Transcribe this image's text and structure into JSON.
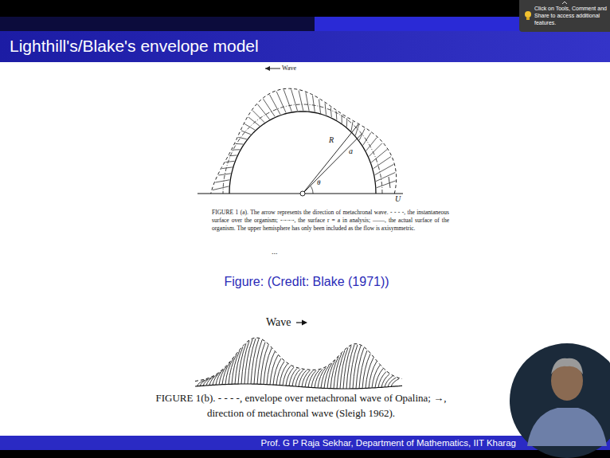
{
  "diagram": {
    "title": "Lighthill's/Blake's envelope model",
    "caption": "Figure: (Credit: Blake (1971))",
    "labels": [
      "Click on Tools, Comment and Share to access additional features.",
      "Wave",
      "R",
      "a",
      "θ",
      "U",
      "FIGURE 1 (a). The arrow represents the direction of metachronal wave. - - - -, the instantaneous surface over the organism; -·-·-·-, the surface r = a in analysis; ——, the actual surface of the organism. The upper hemisphere has only been included as the flow is axisymmetric.",
      "...",
      "Wave",
      "FIGURE 1(b). - - - -, envelope over metachronal wave of Opalina; →, direction of metachronal wave (Sleigh 1962).",
      "Prof. G P Raja Sekhar, Department of Mathematics, IIT Kharag"
    ]
  }
}
